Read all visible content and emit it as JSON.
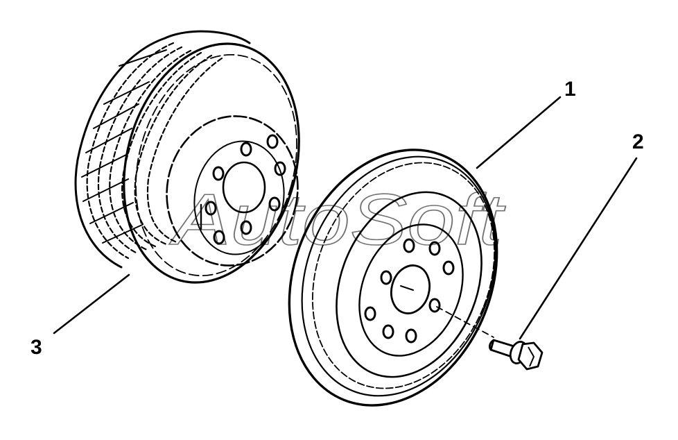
{
  "callouts": {
    "one": "1",
    "two": "2",
    "three": "3"
  },
  "watermark": "AutoSoft",
  "colors": {
    "line": "#000000",
    "background": "#ffffff"
  }
}
